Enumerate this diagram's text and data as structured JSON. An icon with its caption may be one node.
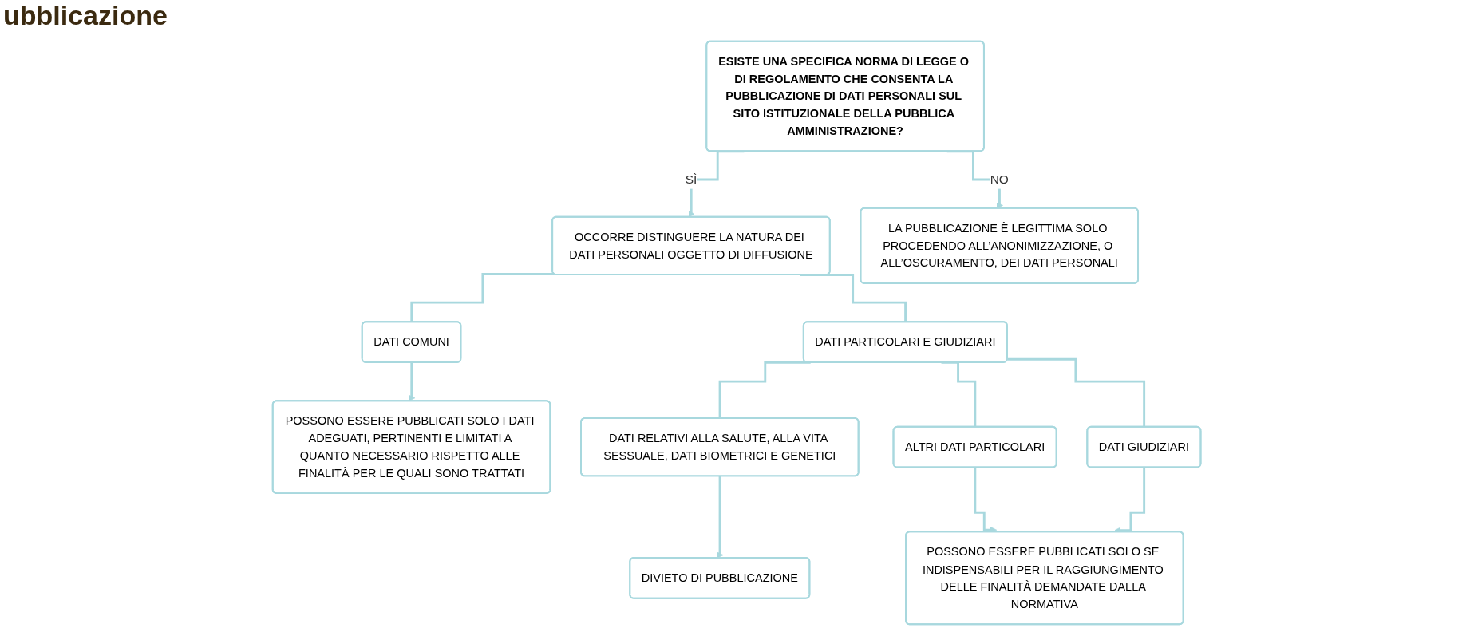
{
  "diagram": {
    "title": "ubblicazione",
    "nodes": [
      {
        "text": [
          "ESISTE UNA SPECIFICA NORMA DI LEGGE O DI REGOLAMENTO CHE CONSENTA LA PUBBLICAZIONE DI DATI PERSONALI SUL SITO ISTITUZIONALE DELLA PUBBLICA AMMINISTRAZIONE?"
        ]
      },
      {
        "text": [
          "OCCORRE DISTINGUERE LA NATURA DEI DATI PERSONALI OGGETTO DI DIFFUSIONE"
        ]
      },
      {
        "text": [
          "LA PUBBLICAZIONE È LEGITTIMA SOLO PROCEDENDO ALL’ANONIMIZZAZIONE, O ALL’OSCURAMENTO, DEI DATI PERSONALI"
        ]
      },
      {
        "text": [
          "DATI COMUNI"
        ]
      },
      {
        "text": [
          "DATI PARTICOLARI E GIUDIZIARI"
        ]
      },
      {
        "text": [
          "POSSONO ESSERE PUBBLICATI SOLO I DATI ADEGUATI, PERTINENTI E LIMITATI A QUANTO NECESSARIO RISPETTO ALLE FINALITÀ PER LE QUALI SONO TRATTATI"
        ]
      },
      {
        "text": [
          "DATI RELATIVI ALLA SALUTE, ALLA VITA SESSUALE, DATI BIOMETRICI E GENETICI"
        ]
      },
      {
        "text": [
          "ALTRI DATI PARTICOLARI"
        ]
      },
      {
        "text": [
          "DATI GIUDIZIARI"
        ]
      },
      {
        "text": [
          "DIVIETO DI PUBBLICAZIONE"
        ]
      },
      {
        "text": [
          "POSSONO ESSERE PUBBLICATI SOLO SE INDISPENSABILI PER IL RAGGIUNGIMENTO DELLE FINALITÀ DEMANDATE DALLA NORMATIVA"
        ]
      }
    ],
    "edges": [
      {
        "from": 0,
        "to": 1,
        "arrow": "to",
        "label": "SÌ"
      },
      {
        "from": 0,
        "to": 2,
        "arrow": "to",
        "label": "NO"
      },
      {
        "from": 1,
        "to": 3,
        "arrow": "none"
      },
      {
        "from": 1,
        "to": 4,
        "arrow": "none"
      },
      {
        "from": 3,
        "to": 5,
        "arrow": "to"
      },
      {
        "from": 4,
        "to": 6,
        "arrow": "none"
      },
      {
        "from": 4,
        "to": 7,
        "arrow": "none"
      },
      {
        "from": 4,
        "to": 8,
        "arrow": "none"
      },
      {
        "from": 6,
        "to": 9,
        "arrow": "to"
      },
      {
        "from": 7,
        "to": 10,
        "arrow": "to"
      },
      {
        "from": 8,
        "to": 10,
        "arrow": "to"
      }
    ]
  }
}
